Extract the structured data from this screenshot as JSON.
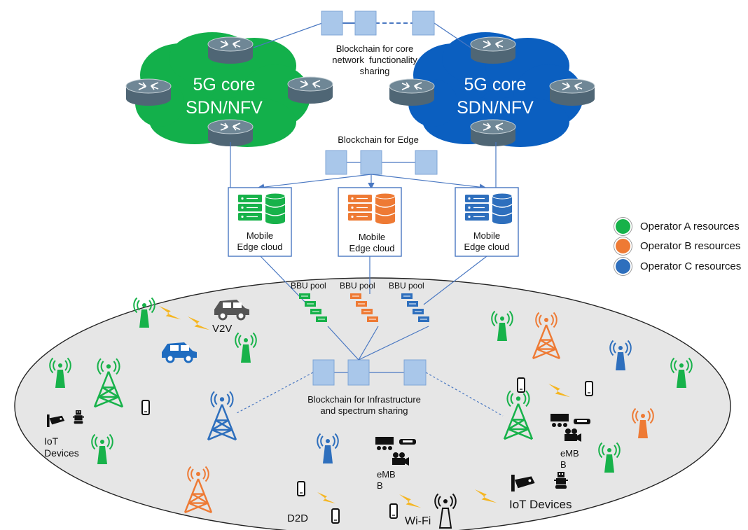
{
  "colors": {
    "operator_a": "#17b24a",
    "operator_b": "#ee7a34",
    "operator_c": "#2e6fbd",
    "cloud_a": "#13b04b",
    "cloud_c": "#0b5fc0",
    "block_fill": "#a9c7ea",
    "block_stroke": "#7fa6d6",
    "link": "#4a78c2",
    "ellipse_fill": "#e6e6e6",
    "router": "#6f8796",
    "lightning": "#f5b622"
  },
  "core": {
    "left_cloud": "5G core\nSDN/NFV",
    "right_cloud": "5G core\nSDN/NFV",
    "blockchain_label": "Blockchain for core\nnetwork  functionality\nsharing"
  },
  "edge": {
    "blockchain_label": "Blockchain for Edge",
    "boxes": [
      {
        "label": "Mobile\nEdge cloud",
        "icon": "server-database-icon",
        "color": "operator_a"
      },
      {
        "label": "Mobile\nEdge cloud",
        "icon": "server-database-icon",
        "color": "operator_b"
      },
      {
        "label": "Mobile\nEdge cloud",
        "icon": "server-database-icon",
        "color": "operator_c"
      }
    ]
  },
  "bbu": {
    "labels": [
      "BBU pool",
      "BBU pool",
      "BBU pool"
    ]
  },
  "infrastructure": {
    "blockchain_label": "Blockchain for Infrastructure\nand spectrum sharing"
  },
  "legend": [
    {
      "label": "Operator A resources",
      "color": "operator_a"
    },
    {
      "label": "Operator B resources",
      "color": "operator_b"
    },
    {
      "label": "Operator C resources",
      "color": "operator_c"
    }
  ],
  "ran_labels": {
    "v2v": "V2V",
    "iot_left": "IoT\nDevices",
    "d2d": "D2D",
    "wifi": "Wi-Fi",
    "iot_right": "IoT Devices",
    "embb_center": "eMB\nB",
    "embb_right": "eMB\nB"
  }
}
